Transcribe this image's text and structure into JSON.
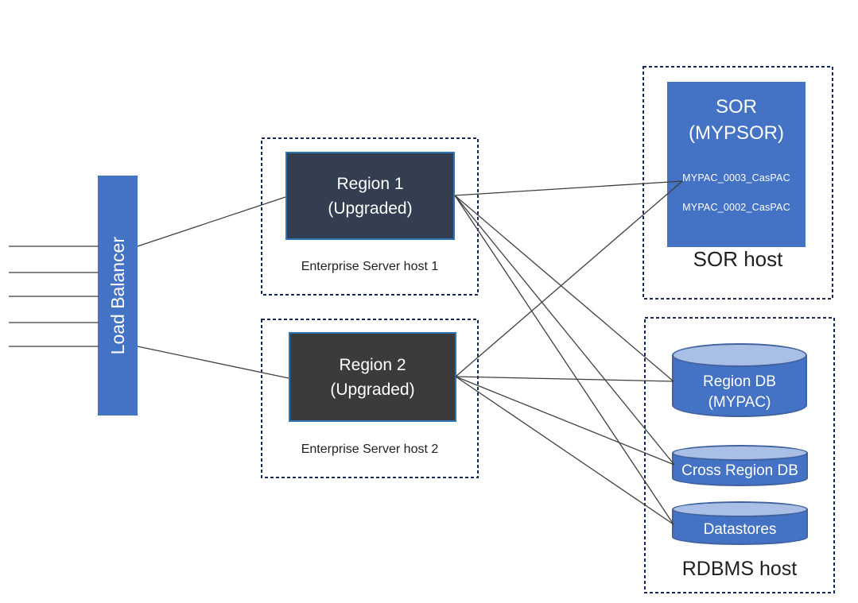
{
  "diagram": {
    "load_balancer": {
      "label": "Load Balancer"
    },
    "host1": {
      "label": "Enterprise Server host 1",
      "region": {
        "line1": "Region 1",
        "line2": "(Upgraded)"
      }
    },
    "host2": {
      "label": "Enterprise Server host 2",
      "region": {
        "line1": "Region 2",
        "line2": "(Upgraded)"
      }
    },
    "sor_host": {
      "label": "SOR host",
      "sor": {
        "title_line1": "SOR",
        "title_line2": "(MYPSOR)",
        "pac1": "MYPAC_0003_CasPAC",
        "pac2": "MYPAC_0002_CasPAC"
      }
    },
    "rdbms_host": {
      "label": "RDBMS host",
      "db1": {
        "line1": "Region DB",
        "line2": "(MYPAC)"
      },
      "db2": {
        "line1": "Cross Region DB"
      },
      "db3": {
        "line1": "Datastores"
      }
    },
    "colors": {
      "primary_blue": "#4472C4",
      "cylinder_top": "#A9BFE5",
      "cylinder_border": "#41629E",
      "region1_fill": "#333F50",
      "region2_fill": "#3B3B3B",
      "node_border": "#2E75B6",
      "dashed_border": "#16295f",
      "connector": "#3f3f3f",
      "node_text": "#ffffff",
      "label_text": "#1f1f1f"
    }
  }
}
